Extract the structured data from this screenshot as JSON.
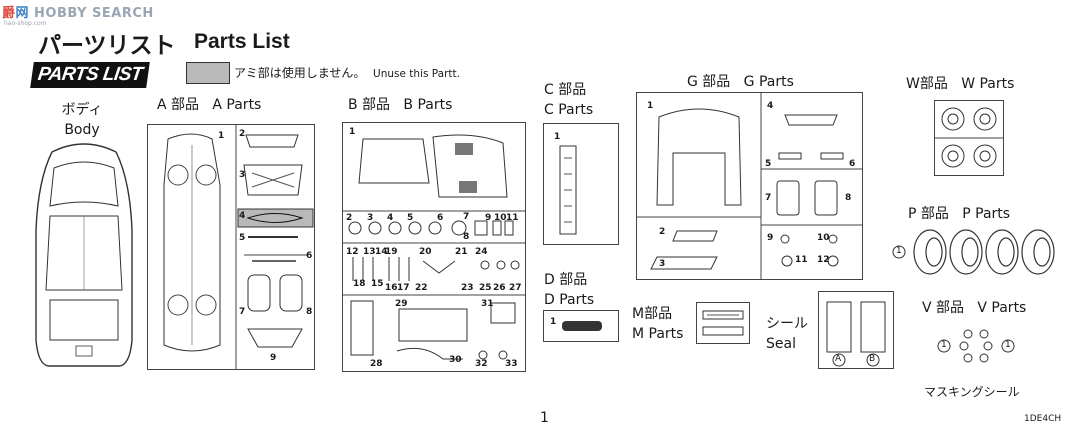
{
  "watermark": {
    "brand_a": "爵",
    "brand_b": "网",
    "brand_c": " HOBBY SEARCH",
    "url": "hao-shop.com"
  },
  "header": {
    "title_jp": "パーツリスト",
    "title_en": "Parts List",
    "logo": "PARTS LIST",
    "legend_jp": "アミ部は使用しません。",
    "legend_en": "Unuse this Partt."
  },
  "parts": {
    "body": {
      "jp": "ボディ",
      "en": "Body"
    },
    "a": {
      "jp": "A 部品",
      "en": "A Parts"
    },
    "b": {
      "jp": "B 部品",
      "en": "B Parts"
    },
    "c": {
      "jp": "C 部品",
      "en": "C Parts"
    },
    "d": {
      "jp": "D 部品",
      "en": "D Parts"
    },
    "g": {
      "jp": "G 部品",
      "en": "G Parts"
    },
    "m": {
      "jp": "M部品",
      "en": "M Parts"
    },
    "seal": {
      "jp": "シール",
      "en": "Seal",
      "a": "A",
      "b": "B"
    },
    "w": {
      "jp": "W部品",
      "en": "W Parts"
    },
    "p": {
      "jp": "P 部品",
      "en": "P Parts"
    },
    "v": {
      "jp": "V 部品",
      "en": "V Parts"
    },
    "masking": "マスキングシール"
  },
  "numbers": {
    "a": [
      "1",
      "2",
      "3",
      "4",
      "5",
      "6",
      "7",
      "8",
      "9"
    ],
    "b": [
      "1",
      "2",
      "3",
      "4",
      "5",
      "6",
      "7",
      "8",
      "9",
      "10",
      "11",
      "12",
      "13",
      "14",
      "15",
      "16",
      "17",
      "18",
      "19",
      "20",
      "21",
      "22",
      "23",
      "24",
      "25",
      "26",
      "27",
      "28",
      "29",
      "30",
      "31",
      "32",
      "33"
    ],
    "c": [
      "1"
    ],
    "d": [
      "1"
    ],
    "g": [
      "1",
      "2",
      "3",
      "4",
      "5",
      "6",
      "7",
      "8",
      "9",
      "10",
      "11",
      "12"
    ],
    "p": [
      "1"
    ],
    "v": [
      "1",
      "1"
    ]
  },
  "footer": {
    "page": "1",
    "code": "1DE4CH"
  }
}
